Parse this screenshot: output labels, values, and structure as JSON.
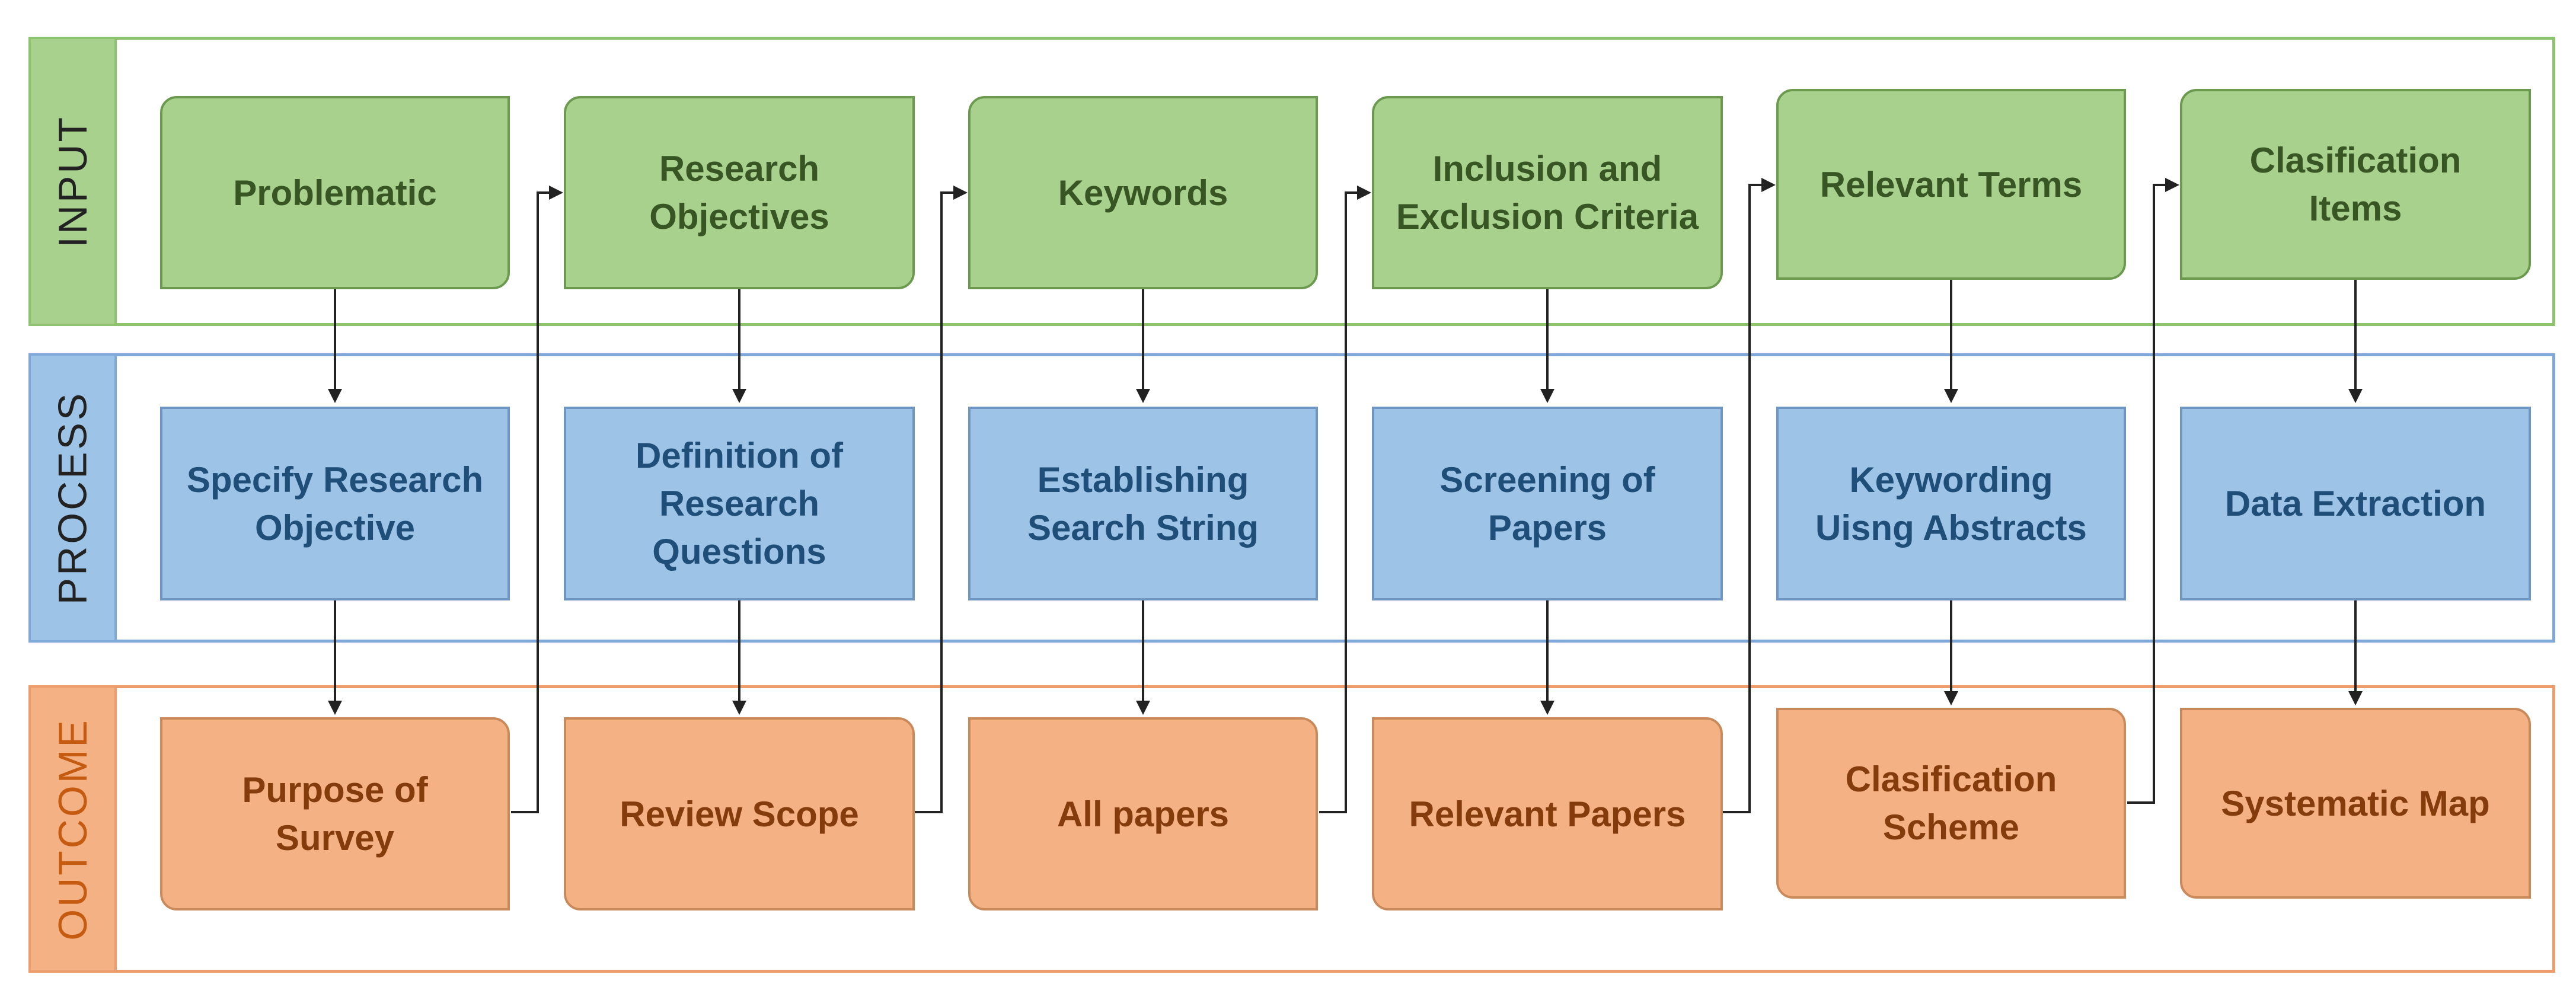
{
  "bands": {
    "input": "INPUT",
    "process": "PROCESS",
    "outcome": "OUTCOME"
  },
  "columns": [
    {
      "input": "Problematic",
      "process": "Specify Research Objective",
      "outcome": "Purpose of Survey"
    },
    {
      "input": "Research Objectives",
      "process": "Definition of Research Questions",
      "outcome": "Review Scope"
    },
    {
      "input": "Keywords",
      "process": "Establishing Search String",
      "outcome": "All papers"
    },
    {
      "input": "Inclusion and Exclusion Criteria",
      "process": "Screening of Papers",
      "outcome": "Relevant Papers"
    },
    {
      "input": "Relevant Terms",
      "process": "Keywording Uisng Abstracts",
      "outcome": "Clasification Scheme"
    },
    {
      "input": "Clasification Items",
      "process": "Data Extraction",
      "outcome": "Systematic Map"
    }
  ],
  "colors": {
    "input_fill": "#a9d18e",
    "process_fill": "#9dc3e6",
    "outcome_fill": "#f4b183",
    "arrow": "#222222"
  }
}
